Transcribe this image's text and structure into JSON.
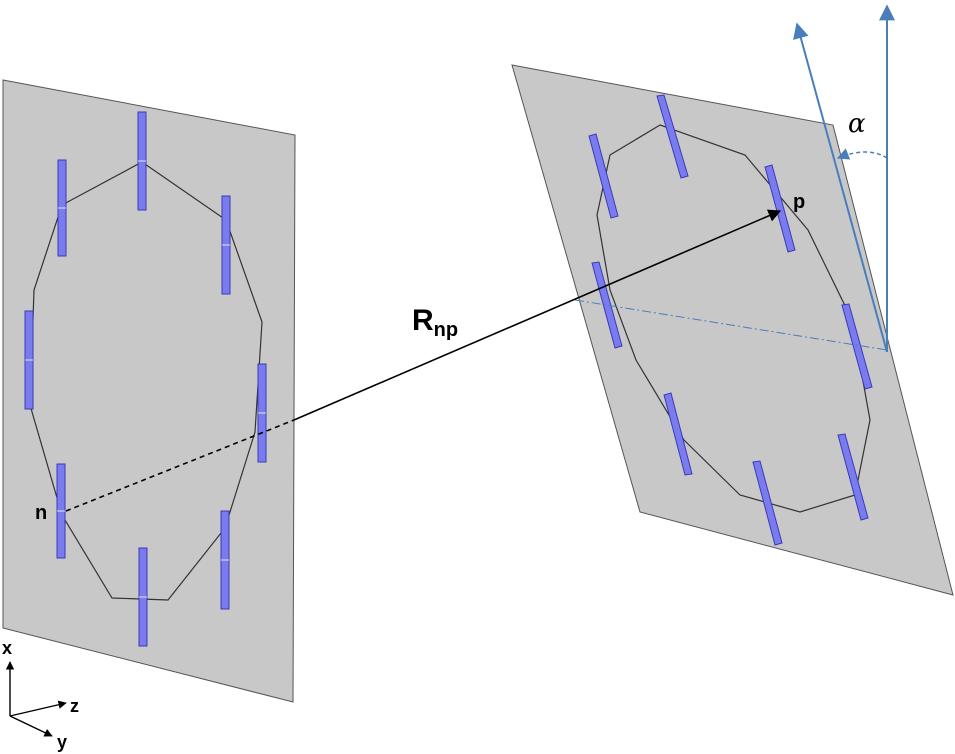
{
  "labels": {
    "source_element": "n",
    "target_element": "p",
    "distance_main": "R",
    "distance_sub": "np",
    "tilt_angle": "α"
  },
  "axes": {
    "x": "x",
    "y": "y",
    "z": "z"
  },
  "colors": {
    "panel_fill": "#c8c8c8",
    "panel_edge": "#555555",
    "dipole_fill": "#7b7bf0",
    "dipole_edge": "#3a3ab8",
    "tilt_arrow": "#4a7ebb",
    "circle_line": "#333333"
  }
}
